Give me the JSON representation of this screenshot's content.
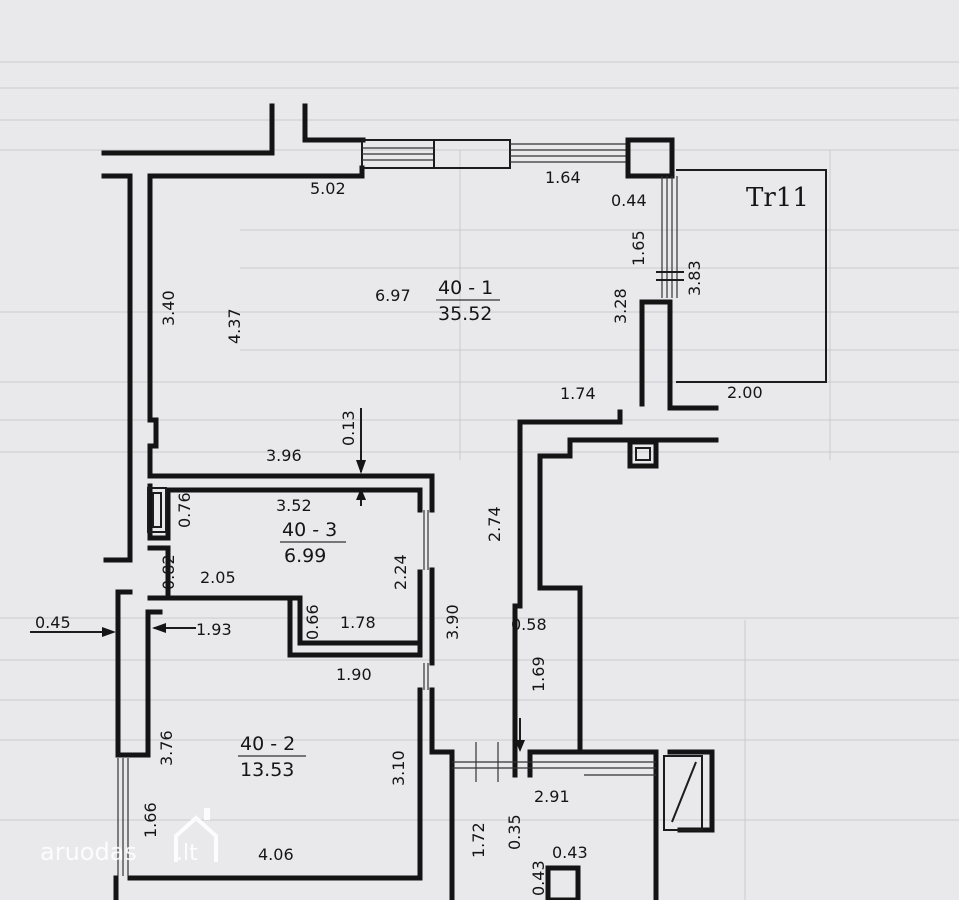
{
  "plan_tag": "Tr11",
  "rooms": [
    {
      "id": "40 - 1",
      "area": "35.52"
    },
    {
      "id": "40 - 3",
      "area": "6.99"
    },
    {
      "id": "40 - 2",
      "area": "13.53"
    }
  ],
  "dimensions": {
    "top_left_width": "5.02",
    "top_window_width": "1.64",
    "corner_col": "0.44",
    "right_window_h": "1.65",
    "right_window_h2": "3.83",
    "left_outer_h": "3.40",
    "left_inner_h": "4.37",
    "room1_width": "6.97",
    "right_lower_h": "3.28",
    "step_width": "1.74",
    "balcony_width": "2.00",
    "wall_thickness": "0.13",
    "room1_bottom_width": "3.96",
    "room3_top_width": "3.52",
    "niche_h": "0.76",
    "room3_height": "2.24",
    "corridor_h": "2.74",
    "niche2_h": "0.82",
    "room3_left_width": "2.05",
    "step_h": "0.66",
    "room3_right_width": "1.78",
    "room3_total_h": "3.90",
    "entry_offset": "0.58",
    "outer_wall": "0.45",
    "room2_top_width": "1.93",
    "room2_mid_width": "1.90",
    "corridor2_h": "1.69",
    "room2_left_h": "3.76",
    "room2_right_h": "3.10",
    "bath_width": "2.91",
    "window_low_h": "1.66",
    "bath_left_h": "1.72",
    "bath_step": "0.35",
    "room2_bottom_width": "4.06",
    "shaft_h": "0.43",
    "shaft_w": "0.43"
  },
  "watermark": {
    "name": "aruodas",
    "tld": ".lt"
  }
}
